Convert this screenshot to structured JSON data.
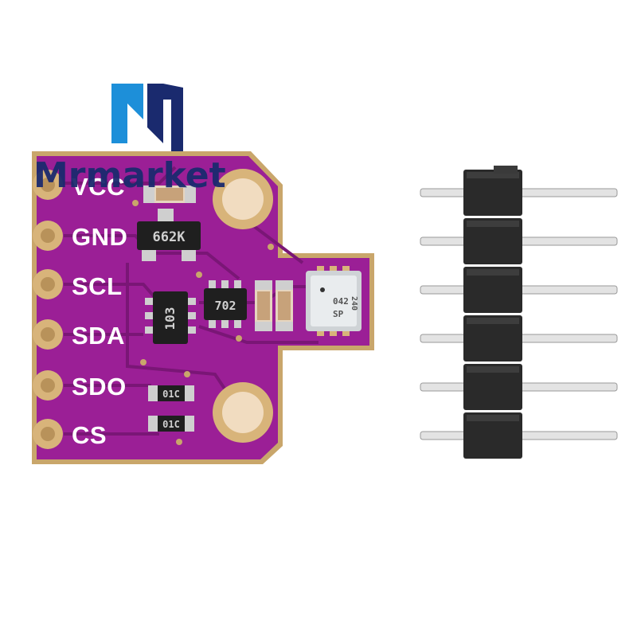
{
  "logo": {
    "text": "Mrmarket"
  },
  "board": {
    "pins": [
      "VCC",
      "GND",
      "SCL",
      "SDA",
      "SDO",
      "CS"
    ],
    "chips": {
      "regulator": "662K",
      "level_shifter": "103",
      "mosfet": "702",
      "sensor_line1": "042",
      "sensor_line2": "SP",
      "sensor_mark": "240"
    },
    "resistors": [
      "01C",
      "01C"
    ]
  },
  "colors": {
    "pcb": "#9b1f96",
    "pad_gold": "#d8b47a",
    "logo_blue": "#1d8fd9",
    "logo_navy": "#1a2a6e",
    "header_plastic": "#2a2a2a"
  }
}
